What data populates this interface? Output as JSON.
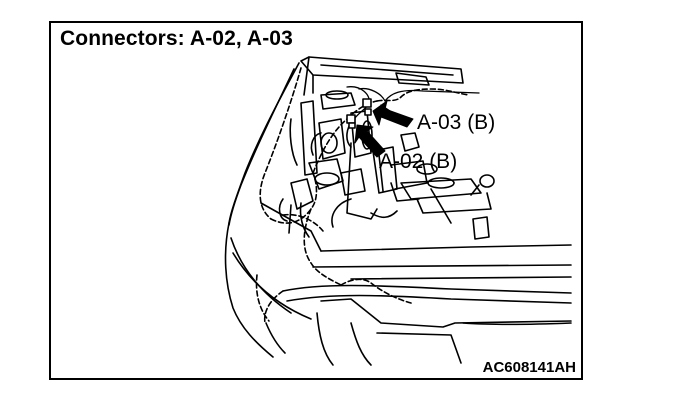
{
  "header": {
    "title": "Connectors: A-02, A-03"
  },
  "callouts": {
    "a03": "A-03 (B)",
    "a02": "A-02 (B)"
  },
  "footer": {
    "figure_code": "AC608141AH"
  },
  "colors": {
    "line": "#000000",
    "background": "#ffffff"
  }
}
